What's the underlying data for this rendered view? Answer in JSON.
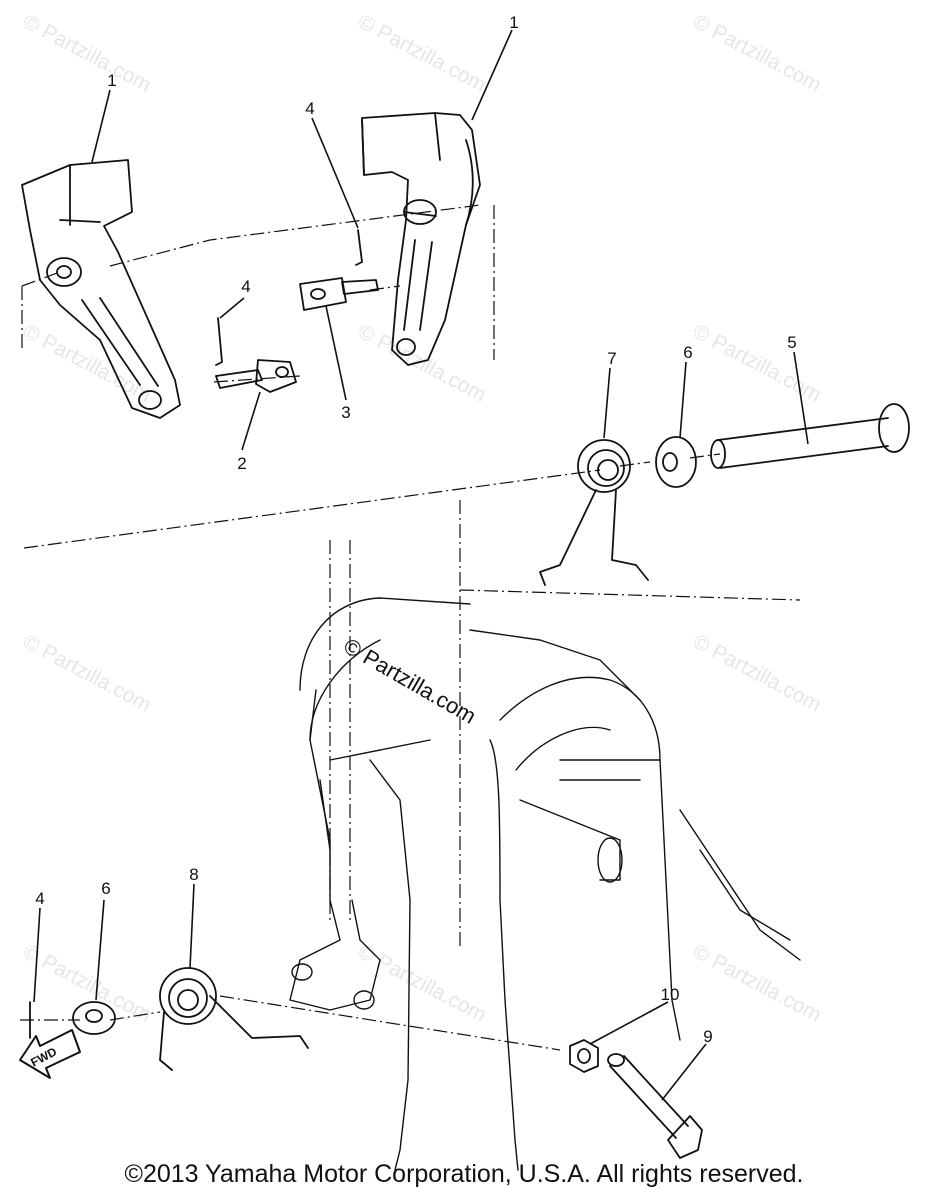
{
  "diagram": {
    "callouts": [
      "1",
      "1",
      "4",
      "4",
      "2",
      "3",
      "7",
      "6",
      "5",
      "4",
      "6",
      "8",
      "10",
      "9"
    ],
    "fwd_label": "FWD",
    "watermark_center": "© Partzilla.com",
    "watermark_faint": "© Partzilla.com",
    "copyright": "©2013 Yamaha Motor Corporation, U.S.A. All rights reserved."
  }
}
